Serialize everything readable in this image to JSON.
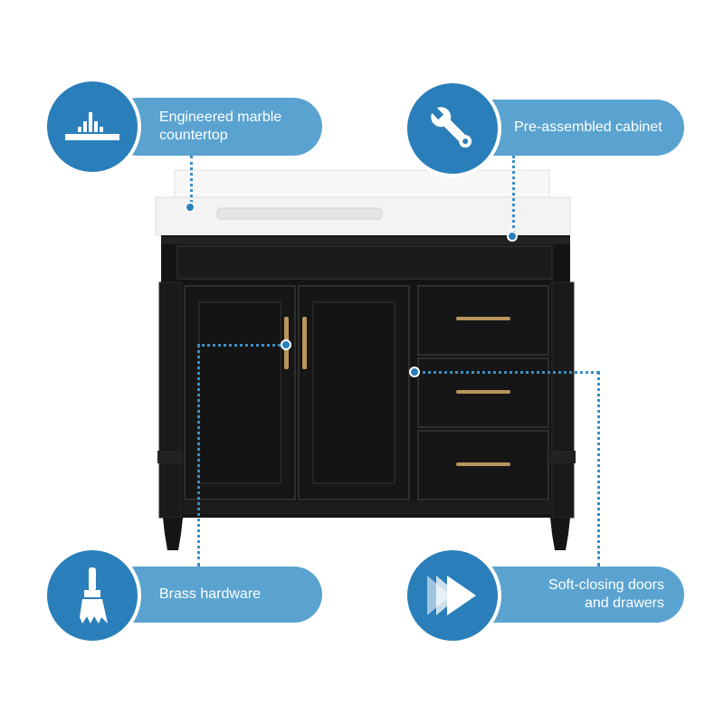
{
  "features": {
    "countertop": {
      "label": "Engineered marble\ncountertop",
      "icon": "countertop-icon"
    },
    "assembled": {
      "label": "Pre-assembled cabinet",
      "icon": "wrench-icon"
    },
    "hardware": {
      "label": "Brass hardware",
      "icon": "brush-icon"
    },
    "soft_close": {
      "label": "Soft-closing doors\nand drawers",
      "icon": "fast-forward-icon"
    }
  },
  "colors": {
    "circle": "#2a7fba",
    "pill": "#5aa3d0",
    "cabinet": "#141414",
    "countertop": "#f4f4f4",
    "brass": "#b8955a"
  }
}
